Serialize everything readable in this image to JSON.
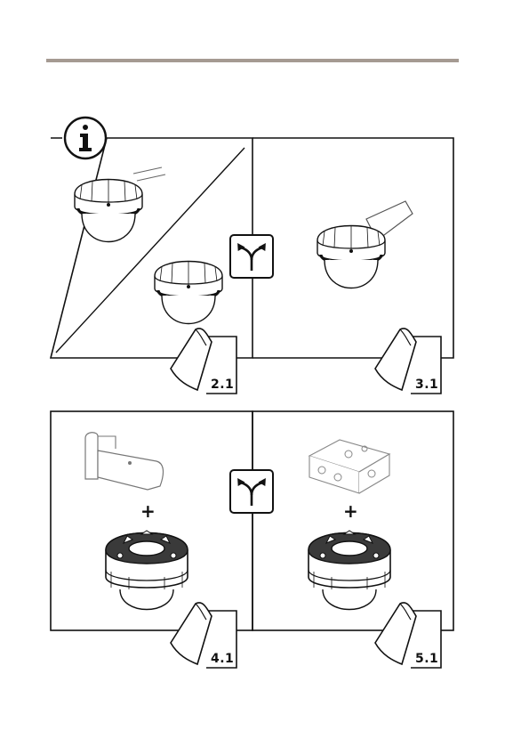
{
  "page": {
    "rule_color": "#a59a92",
    "info_icon": "info-icon",
    "choice_icon": "split-arrow-icon"
  },
  "references": {
    "top_left": "2.1",
    "top_right": "3.1",
    "bottom_left": "4.1",
    "bottom_right": "5.1"
  },
  "symbols": {
    "plus_left": "+",
    "plus_right": "+"
  }
}
